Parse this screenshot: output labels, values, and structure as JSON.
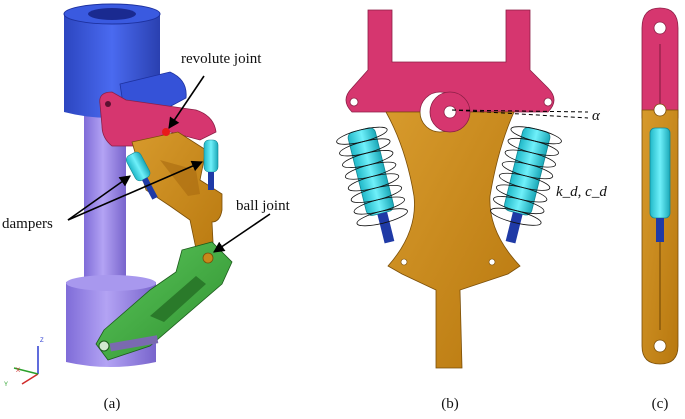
{
  "labels": {
    "revolute_joint": "revolute joint",
    "dampers": "dampers",
    "ball_joint": "ball joint",
    "alpha": "α",
    "kd_cd": "k_d, c_d"
  },
  "captions": {
    "a": "(a)",
    "b": "(b)",
    "c": "(c)"
  },
  "axes": {
    "z": "Z",
    "x": "X",
    "y": "Y"
  },
  "colors": {
    "cylinder_blue": "#3b5ad8",
    "magenta_bracket": "#d6366f",
    "gold_arm": "#c8891a",
    "green_arm": "#3aa63a",
    "damper_cyan": "#39d6e6",
    "damper_rod": "#1f3aa6",
    "violet_post": "#9b86e8",
    "joint_red": "#e81a1a"
  }
}
